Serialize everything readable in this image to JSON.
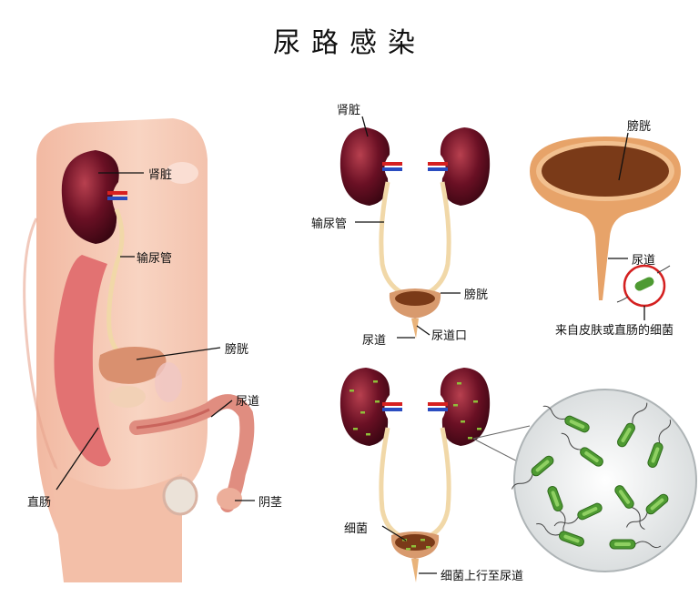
{
  "title": "尿路感染",
  "colors": {
    "skin": "#f6c9b4",
    "skin_dark": "#ee9f87",
    "kidney": "#5a0d1e",
    "kidney_light": "#a03040",
    "ureter": "#f1d8a8",
    "bladder": "#c97a55",
    "urine": "#7a3a18",
    "rectum": "#e07070",
    "bacteria": "#4e9a32",
    "artery": "#d62020",
    "vein": "#2a4cc0",
    "ring": "#d42020"
  },
  "left_figure": {
    "kidney": "肾脏",
    "ureter": "输尿管",
    "bladder": "膀胱",
    "urethra": "尿道",
    "rectum": "直肠",
    "penis": "阴茎"
  },
  "top_middle": {
    "kidney": "肾脏",
    "ureter": "输尿管",
    "bladder": "膀胱",
    "urethra": "尿道",
    "urethral_opening": "尿道口"
  },
  "top_right": {
    "bladder": "膀胱",
    "urethra": "尿道",
    "bacteria_source": "来自皮肤或直肠的细菌"
  },
  "bottom_middle": {
    "bacteria": "细菌",
    "ascending": "细菌上行至尿道"
  }
}
